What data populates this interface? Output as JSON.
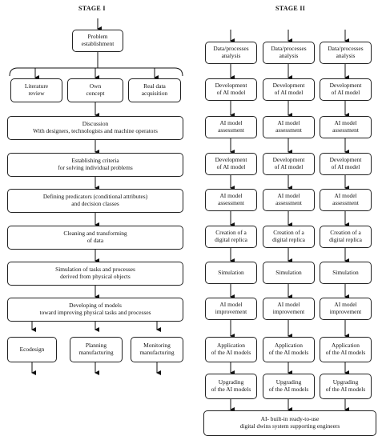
{
  "stage1": {
    "title": "STAGE I",
    "problem": "Problem\nestablishment",
    "inputs": [
      "Literature\nreview",
      "Own\nconcept",
      "Real data\nacquisition"
    ],
    "steps": [
      "Discussion\nWith designers, technologists and machine operators",
      "Establishing criteria\nfor solving individual problems",
      "Defining predicators (conditional attributes)\nand decision classes",
      "Cleaning and transforming\nof data",
      "Simulation of tasks and processes\nderived from physical objects",
      "Developing of models\ntoward improving physical tasks and processes"
    ],
    "outputs": [
      "Ecodesign",
      "Planning\nmanufacturing",
      "Monitoring\nmanufacturing"
    ]
  },
  "stage2": {
    "title": "STAGE II",
    "column_steps": [
      "Data/processes\nanalysis",
      "Development\nof AI model",
      "AI model\nassessment",
      "Development\nof AI model",
      "AI model\nassessment",
      "Creation of a\ndigital replica",
      "Simulation",
      "AI model\nimprovement",
      "Application\nof the AI models",
      "Upgrading\nof the AI models"
    ],
    "final": "AI- built-in ready-to-use\ndigital dwins system supporting engineers"
  }
}
